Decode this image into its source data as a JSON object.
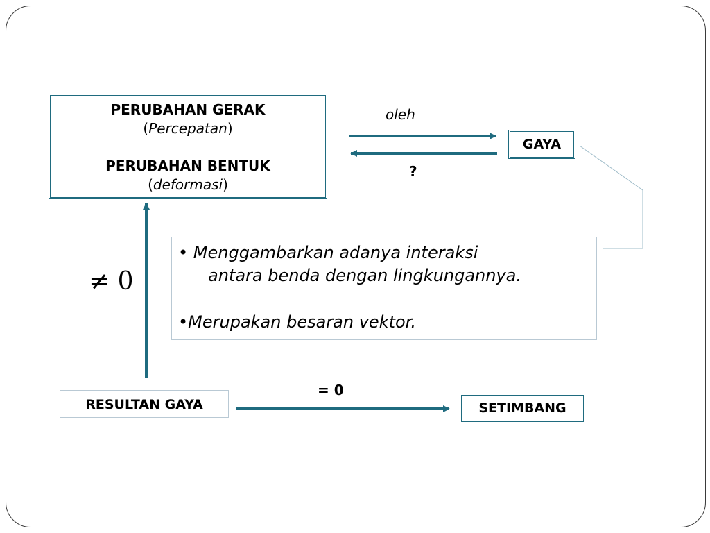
{
  "top_box": {
    "line1": "PERUBAHAN GERAK",
    "line2_open": "(",
    "line2_italic": "Percepatan",
    "line2_close": ")",
    "line3": "PERUBAHAN BENTUK",
    "line4_open": "(",
    "line4_italic": "deformasi",
    "line4_close": ")"
  },
  "arrow_labels": {
    "top": "oleh",
    "bottom": "?"
  },
  "gaya_box": "GAYA",
  "info_box": {
    "bullet1_line1": "• Menggambarkan adanya interaksi",
    "bullet1_line2": "antara benda dengan lingkungannya.",
    "bullet2": "•Merupakan besaran vektor."
  },
  "neq_label": "≠ 0",
  "resultan_box": "RESULTAN GAYA",
  "equals_label": "= 0",
  "setimbang_box": "SETIMBANG",
  "colors": {
    "arrow": "#1f6b7f",
    "frame": "#3a3a3a",
    "thin_border": "#b9c9d4"
  }
}
